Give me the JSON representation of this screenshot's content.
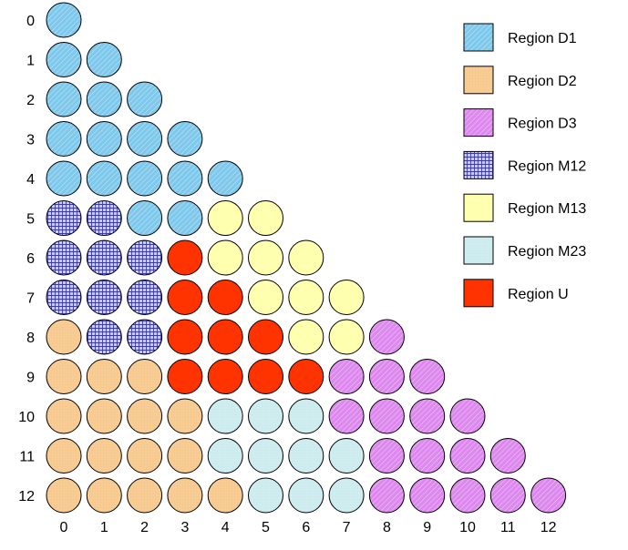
{
  "diagram": {
    "row_labels": [
      "0",
      "1",
      "2",
      "3",
      "4",
      "5",
      "6",
      "7",
      "8",
      "9",
      "10",
      "11",
      "12"
    ],
    "col_labels": [
      "0",
      "1",
      "2",
      "3",
      "4",
      "5",
      "6",
      "7",
      "8",
      "9",
      "10",
      "11",
      "12"
    ],
    "grid": [
      [
        "D1"
      ],
      [
        "D1",
        "D1"
      ],
      [
        "D1",
        "D1",
        "D1"
      ],
      [
        "D1",
        "D1",
        "D1",
        "D1"
      ],
      [
        "D1",
        "D1",
        "D1",
        "D1",
        "D1"
      ],
      [
        "M12",
        "M12",
        "D1",
        "D1",
        "M13",
        "M13"
      ],
      [
        "M12",
        "M12",
        "M12",
        "U",
        "M13",
        "M13",
        "M13"
      ],
      [
        "M12",
        "M12",
        "M12",
        "U",
        "U",
        "M13",
        "M13",
        "M13"
      ],
      [
        "D2",
        "M12",
        "M12",
        "U",
        "U",
        "U",
        "M13",
        "M13",
        "D3"
      ],
      [
        "D2",
        "D2",
        "D2",
        "U",
        "U",
        "U",
        "U",
        "D3",
        "D3",
        "D3"
      ],
      [
        "D2",
        "D2",
        "D2",
        "D2",
        "M23",
        "M23",
        "M23",
        "D3",
        "D3",
        "D3",
        "D3"
      ],
      [
        "D2",
        "D2",
        "D2",
        "D2",
        "M23",
        "M23",
        "M23",
        "M23",
        "D3",
        "D3",
        "D3",
        "D3"
      ],
      [
        "D2",
        "D2",
        "D2",
        "D2",
        "D2",
        "M23",
        "M23",
        "M23",
        "D3",
        "D3",
        "D3",
        "D3",
        "D3"
      ]
    ],
    "regions": {
      "D1": {
        "label": "Region D1",
        "color": "#7ec8ec",
        "pattern": "diagonal-hatch"
      },
      "D2": {
        "label": "Region D2",
        "color": "#f7c98e",
        "pattern": "dots"
      },
      "D3": {
        "label": "Region D3",
        "color": "#dd88ee",
        "pattern": "diagonal-hatch"
      },
      "M12": {
        "label": "Region M12",
        "color": "#ccccf0",
        "pattern": "grid-navy"
      },
      "M13": {
        "label": "Region M13",
        "color": "#ffffb0",
        "pattern": "none"
      },
      "M23": {
        "label": "Region M23",
        "color": "#ccebee",
        "pattern": "dots"
      },
      "U": {
        "label": "Region U",
        "color": "#ff3300",
        "pattern": "none"
      }
    },
    "legend_order": [
      "D1",
      "D2",
      "D3",
      "M12",
      "M13",
      "M23",
      "U"
    ]
  }
}
